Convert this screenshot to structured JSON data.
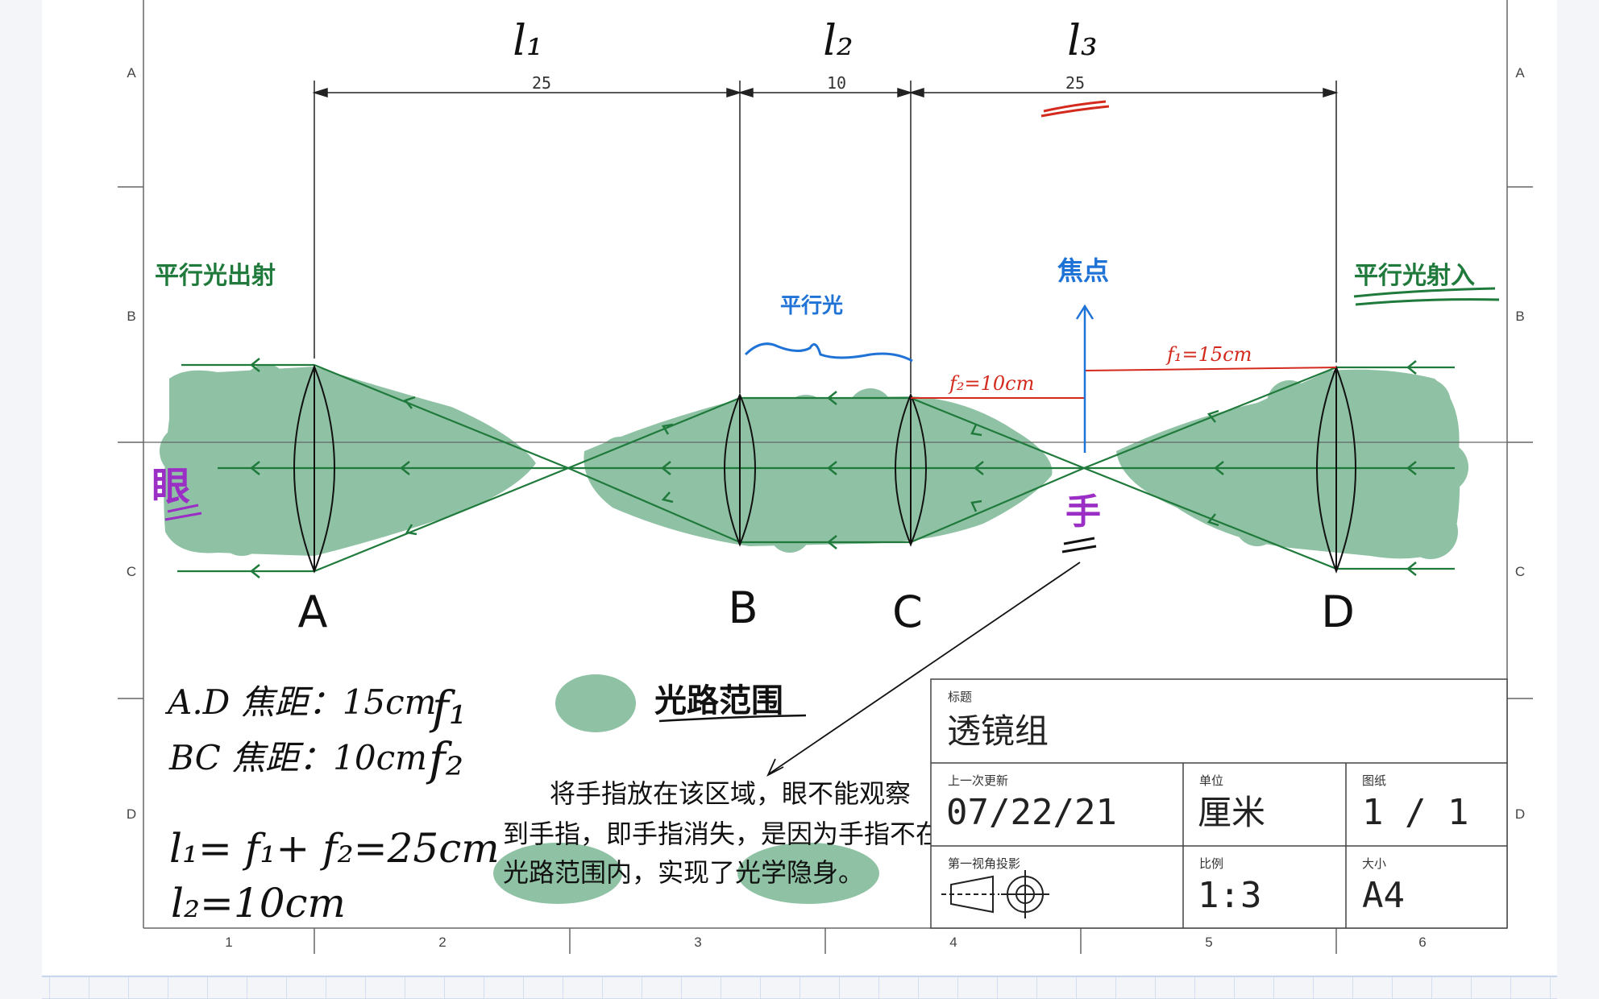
{
  "dimensions": {
    "l1": {
      "label": "l₁",
      "value": "25"
    },
    "l2": {
      "label": "l₂",
      "value": "10"
    },
    "l3": {
      "label": "l₃",
      "value": "25"
    }
  },
  "grid": {
    "rows": [
      "A",
      "B",
      "C",
      "D"
    ],
    "columns": [
      "1",
      "2",
      "3",
      "4",
      "5",
      "6"
    ]
  },
  "lenses": [
    "A",
    "B",
    "C",
    "D"
  ],
  "annotations": {
    "parallel_out": "平行光出射",
    "parallel_in": "平行光射入",
    "parallel_mid": "平行光",
    "focal_point": "焦点",
    "f2": "f₂=10cm",
    "f1": "f₁=15cm",
    "eye": "眼",
    "hand": "手",
    "light_range": "光路范围"
  },
  "notes": {
    "ad_focal": "A.D 焦距：15cm",
    "ad_sym": "f₁",
    "bc_focal": "BC 焦距：10cm",
    "bc_sym": "f₂",
    "l1_eq": "l₁= f₁+ f₂=25cm",
    "l2_eq": "l₂=10cm",
    "explain1": "将手指放在该区域，眼不能观察",
    "explain2": "到手指，即手指消失，是因为手指不在",
    "explain3": "光路范围内，实现了光学隐身。"
  },
  "title_block": {
    "title_label": "标题",
    "title_value": "透镜组",
    "updated_label": "上一次更新",
    "updated_value": "07/22/21",
    "unit_label": "单位",
    "unit_value": "厘米",
    "sheet_label": "图纸",
    "sheet_value": "1 / 1",
    "projection_label": "第一视角投影",
    "scale_label": "比例",
    "scale_value": "1:3",
    "size_label": "大小",
    "size_value": "A4"
  },
  "colors": {
    "green": "#1f7a3c",
    "fill": "#8fc2a4",
    "red": "#d42a1e",
    "blue": "#1f73d6",
    "purple": "#9b2ec4"
  }
}
